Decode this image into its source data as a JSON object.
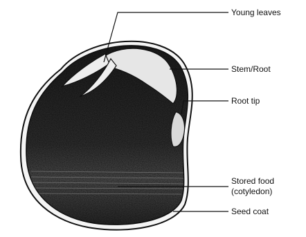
{
  "diagram": {
    "labels": {
      "young_leaves": "Young leaves",
      "stem_root": "Stem/Root",
      "root_tip": "Root tip",
      "stored_food_line1": "Stored food",
      "stored_food_line2": "(cotyledon)",
      "seed_coat": "Seed coat"
    },
    "colors": {
      "ink": "#111111",
      "seed_fill": "#2b2b2b",
      "embryo_fill": "#e6e6e6",
      "background": "#ffffff"
    }
  }
}
